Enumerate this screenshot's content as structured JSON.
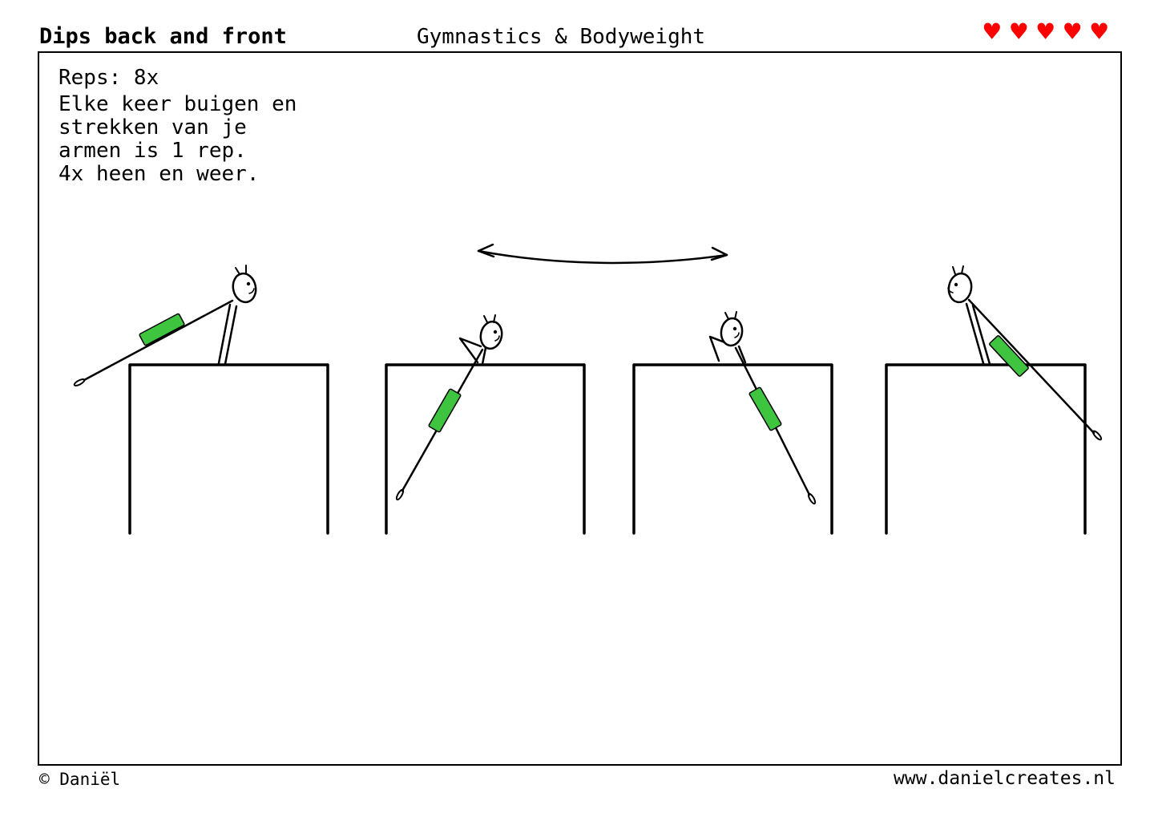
{
  "header": {
    "title": "Dips back and front",
    "category": "Gymnastics & Bodyweight",
    "difficulty_hearts": 5,
    "heart_symbol": "♥",
    "heart_color": "#fe0000"
  },
  "card": {
    "reps_label": "Reps: 8x",
    "instructions": [
      "Elke keer buigen en",
      "strekken van je",
      "armen is 1 rep.",
      "4x heen en weer."
    ]
  },
  "illustration": {
    "band_color": "#3ec43e",
    "platform_count": 4,
    "arrow": "double-headed-back-and-forth-arrow",
    "figures": [
      "dip-support-arms-extended-body-left",
      "dip-bottom-body-hanging-left",
      "dip-bottom-body-hanging-right",
      "dip-support-arms-extended-body-right"
    ]
  },
  "footer": {
    "copyright": "© Daniël",
    "website": "www.danielcreates.nl"
  }
}
